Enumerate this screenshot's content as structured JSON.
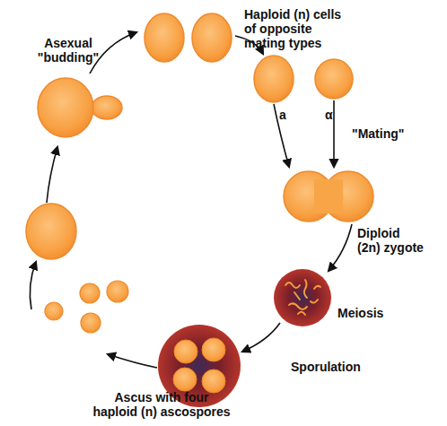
{
  "diagram": {
    "labels": [
      "Asexual \"budding\"",
      "Haploid (n) cells of opposite mating types",
      "a",
      "α",
      "\"Mating\"",
      "Diploid (2n) zygote",
      "Meiosis",
      "Sporulation",
      "Ascus with four haploid (n) ascospores"
    ]
  }
}
